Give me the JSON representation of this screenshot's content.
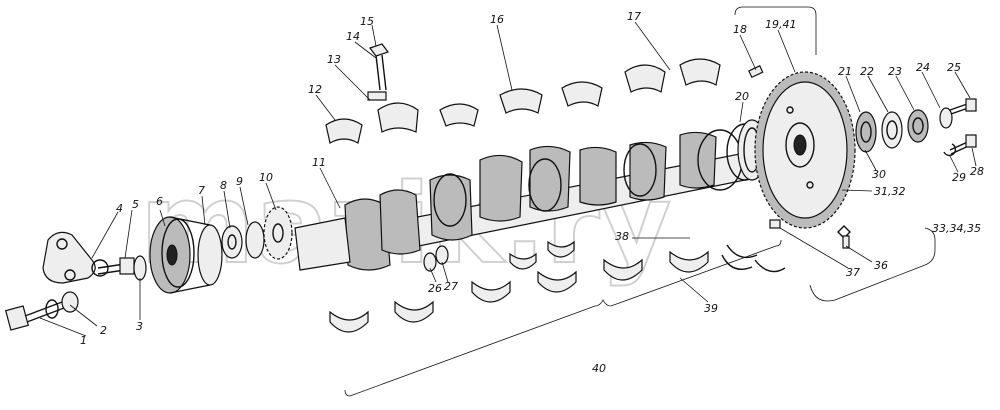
{
  "watermark": "mazik.ry",
  "callouts": [
    {
      "id": "c1",
      "text": "1"
    },
    {
      "id": "c2",
      "text": "2"
    },
    {
      "id": "c3",
      "text": "3"
    },
    {
      "id": "c4",
      "text": "4"
    },
    {
      "id": "c5",
      "text": "5"
    },
    {
      "id": "c6",
      "text": "6"
    },
    {
      "id": "c7",
      "text": "7"
    },
    {
      "id": "c8",
      "text": "8"
    },
    {
      "id": "c9",
      "text": "9"
    },
    {
      "id": "c10",
      "text": "10"
    },
    {
      "id": "c11",
      "text": "11"
    },
    {
      "id": "c12",
      "text": "12"
    },
    {
      "id": "c13",
      "text": "13"
    },
    {
      "id": "c14",
      "text": "14"
    },
    {
      "id": "c15",
      "text": "15"
    },
    {
      "id": "c16",
      "text": "16"
    },
    {
      "id": "c17",
      "text": "17"
    },
    {
      "id": "c18",
      "text": "18"
    },
    {
      "id": "c19",
      "text": "19,41"
    },
    {
      "id": "c20",
      "text": "20"
    },
    {
      "id": "c21",
      "text": "21"
    },
    {
      "id": "c22",
      "text": "22"
    },
    {
      "id": "c23",
      "text": "23"
    },
    {
      "id": "c24",
      "text": "24"
    },
    {
      "id": "c25",
      "text": "25"
    },
    {
      "id": "c26",
      "text": "26"
    },
    {
      "id": "c27",
      "text": "27"
    },
    {
      "id": "c28",
      "text": "28"
    },
    {
      "id": "c29",
      "text": "29"
    },
    {
      "id": "c30",
      "text": "30"
    },
    {
      "id": "c31",
      "text": "31,32"
    },
    {
      "id": "c33",
      "text": "33,34,35"
    },
    {
      "id": "c36",
      "text": "36"
    },
    {
      "id": "c37",
      "text": "37"
    },
    {
      "id": "c38",
      "text": "38"
    },
    {
      "id": "c39",
      "text": "39"
    },
    {
      "id": "c40",
      "text": "40"
    }
  ]
}
